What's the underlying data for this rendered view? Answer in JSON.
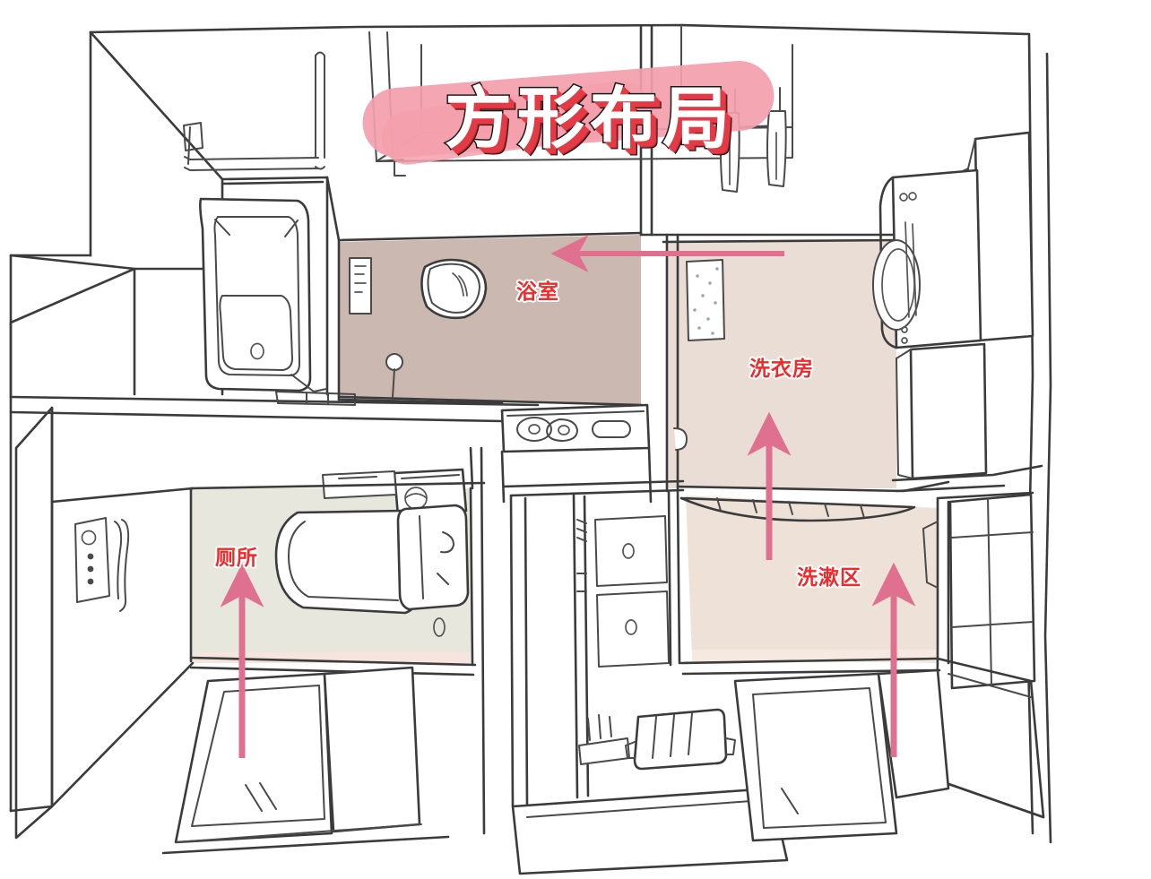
{
  "image": {
    "kind": "hand-drawn-floorplan-sketch",
    "title": "方形布局",
    "background_color": "#ffffff",
    "line_color": "#3b3b3b"
  },
  "title_banner": {
    "text": "方形布局",
    "text_color": "#ffffff",
    "shadow_color": "#e23b46",
    "outline_color": "#1a1a1a",
    "highlight_color": "#f3a0ac"
  },
  "zones": [
    {
      "id": "bathroom",
      "label": "浴室",
      "label_color": "#ee2a2a",
      "floor_color": "#cbb8b0",
      "arrow": {
        "direction": "left",
        "color": "#e0708f"
      }
    },
    {
      "id": "laundry",
      "label": "洗衣房",
      "label_color": "#ee2a2a",
      "floor_color": "#e9ddd5",
      "arrow": {
        "direction": "up",
        "color": "#e0708f"
      }
    },
    {
      "id": "wash-area",
      "label": "洗漱区",
      "label_color": "#ee2a2a",
      "floor_color": "#eee2d8",
      "arrow": {
        "direction": "up",
        "color": "#e0708f"
      }
    },
    {
      "id": "toilet",
      "label": "厕所",
      "label_color": "#ee2a2a",
      "floor_color": "#e7e7de",
      "arrow": {
        "direction": "up",
        "color": "#e0708f"
      }
    }
  ],
  "fixtures": [
    {
      "id": "bathtub",
      "name": "bathtub"
    },
    {
      "id": "shower-head",
      "name": "shower-head"
    },
    {
      "id": "floor-drain",
      "name": "floor-drain"
    },
    {
      "id": "toilet-fixture",
      "name": "toilet"
    },
    {
      "id": "washing-machine",
      "name": "washing-machine"
    },
    {
      "id": "wall-cabinet",
      "name": "wall-cabinet"
    },
    {
      "id": "cooktop",
      "name": "cooktop"
    },
    {
      "id": "vanity-drawers",
      "name": "vanity-drawers"
    },
    {
      "id": "towel-bar",
      "name": "towel-bar"
    },
    {
      "id": "hanging-towels",
      "name": "hanging-towels"
    },
    {
      "id": "light-switch",
      "name": "light-switch-panel"
    },
    {
      "id": "door-handle",
      "name": "door-handle"
    },
    {
      "id": "bath-stool",
      "name": "bath-stool"
    },
    {
      "id": "wash-basin",
      "name": "wash-basin"
    },
    {
      "id": "bath-mat",
      "name": "bath-mat"
    }
  ]
}
